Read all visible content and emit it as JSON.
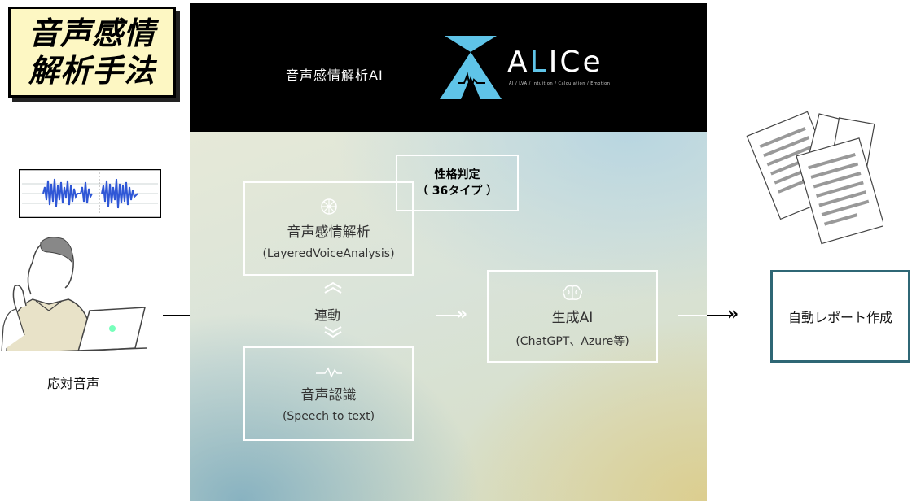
{
  "title_badge": {
    "line1": "音声感情",
    "line2": "解析手法"
  },
  "header": {
    "label": "音声感情解析AI",
    "logo_text_a": "A",
    "logo_text_l": "L",
    "logo_text_rest": "ICe",
    "logo_subtitle": "AI / LVA / Intuition / Calculation / Emotion"
  },
  "boxes": {
    "analysis": {
      "title": "音声感情解析",
      "subtitle": "(LayeredVoiceAnalysis)"
    },
    "type": {
      "line1": "性格判定",
      "line2": "（ 36タイプ ）"
    },
    "speech": {
      "title": "音声認識",
      "subtitle": "(Speech to text)"
    },
    "genai": {
      "title": "生成AI",
      "subtitle": "(ChatGPT、Azure等)"
    }
  },
  "link_label": "連動",
  "report": {
    "label": "自動レポート作成"
  },
  "speaker": {
    "label": "応対音声"
  },
  "colors": {
    "accent_logo": "#5fc4e8",
    "report_border": "#2f6775",
    "waveform": "#2f57d6"
  },
  "icons": [
    "waveform-icon",
    "person-laptop-icon",
    "documents-icon",
    "wheel-icon",
    "brain-icon",
    "pulse-icon"
  ]
}
